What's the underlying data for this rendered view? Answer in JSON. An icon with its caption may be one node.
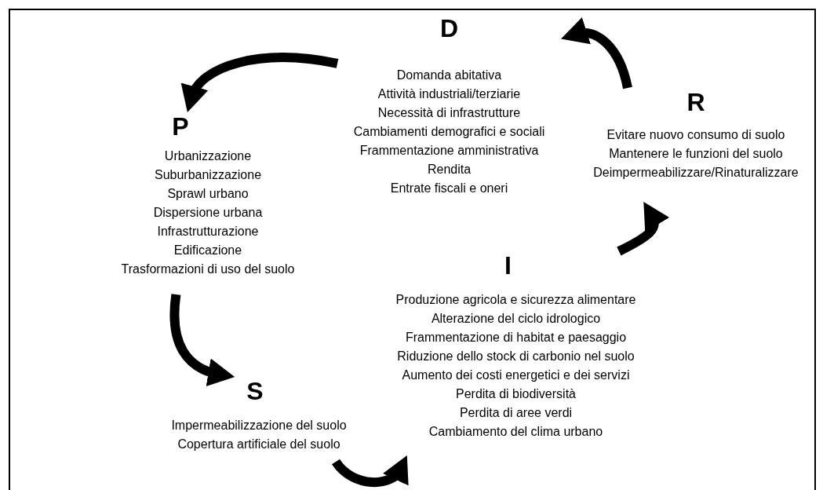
{
  "diagram": {
    "nodes": [
      {
        "text": [
          "D",
          "Domanda abitativa",
          "Attività industriali/terziarie",
          "Necessità di infrastrutture",
          "Cambiamenti demografici e sociali",
          "Frammentazione amministrativa",
          "Rendita",
          "Entrate fiscali e oneri"
        ]
      },
      {
        "text": [
          "P",
          "Urbanizzazione",
          "Suburbanizzazione",
          "Sprawl urbano",
          "Dispersione urbana",
          "Infrastrutturazione",
          "Edificazione",
          "Trasformazioni di uso del suolo"
        ]
      },
      {
        "text": [
          "S",
          "Impermeabilizzazione del suolo",
          "Copertura artificiale del suolo"
        ]
      },
      {
        "text": [
          "I",
          "Produzione agricola e sicurezza alimentare",
          "Alterazione del ciclo idrologico",
          "Frammentazione di habitat e paesaggio",
          "Riduzione dello stock di carbonio nel suolo",
          "Aumento dei costi energetici e dei servizi",
          "Perdita di biodiversità",
          "Perdita di aree verdi",
          "Cambiamento del clima urbano"
        ]
      },
      {
        "text": [
          "R",
          "Evitare nuovo consumo di suolo",
          "Mantenere le funzioni del suolo",
          "Deimpermeabilizzare/Rinaturalizzare"
        ]
      }
    ],
    "edges": [
      {
        "from": 0,
        "to": 1,
        "arrow": "to"
      },
      {
        "from": 1,
        "to": 2,
        "arrow": "to"
      },
      {
        "from": 2,
        "to": 3,
        "arrow": "to"
      },
      {
        "from": 3,
        "to": 4,
        "arrow": "to"
      },
      {
        "from": 4,
        "to": 0,
        "arrow": "to"
      }
    ]
  }
}
